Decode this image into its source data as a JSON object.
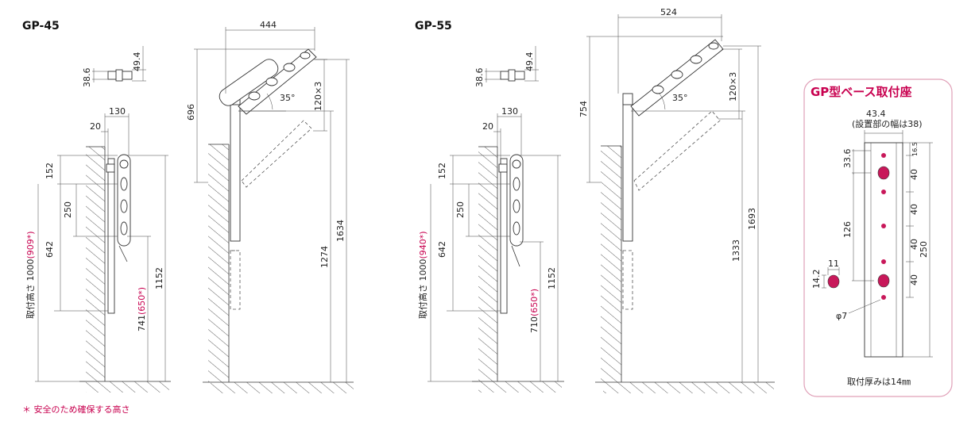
{
  "models": {
    "gp45": {
      "title": "GP-45",
      "bracket_width": "49.4",
      "bracket_depth": "38.6",
      "side_width": "130",
      "wall_offset": "20",
      "top_gap": "152",
      "hanger_span": "250",
      "mount_to_base": "642",
      "mount_height_label": "取付高さ 1000",
      "mount_height_safe": "(909*)",
      "floor_to_top": "1152",
      "lowest_height": "741",
      "lowest_height_safe": "(650*)",
      "arm_reach": "444",
      "arm_rise": "696",
      "arm_steps": "120×3",
      "arm_angle": "35°",
      "floor_to_arm_top": "1634",
      "floor_to_base": "1274"
    },
    "gp55": {
      "title": "GP-55",
      "bracket_width": "49.4",
      "bracket_depth": "38.6",
      "side_width": "130",
      "wall_offset": "20",
      "top_gap": "152",
      "hanger_span": "250",
      "mount_to_base": "642",
      "mount_height_label": "取付高さ 1000",
      "mount_height_safe": "(940*)",
      "floor_to_top": "1152",
      "lowest_height": "710",
      "lowest_height_safe": "(650*)",
      "arm_reach": "524",
      "arm_rise": "754",
      "arm_steps": "120×3",
      "arm_angle": "35°",
      "floor_to_arm_top": "1693",
      "floor_to_base": "1333"
    }
  },
  "base_box": {
    "title": "GP型ベース取付座",
    "width": "43.4",
    "width_note": "(設置部の幅は38)",
    "top_small": "16.5",
    "top_offset": "33.6",
    "pitch_1": "40",
    "pitch_2": "40",
    "pitch_3": "40",
    "pitch_4": "40",
    "hole_span": "126",
    "total_height": "250",
    "slot_w": "11",
    "slot_h": "14.2",
    "hole_dia": "φ7",
    "thickness_note": "取付厚みは14㎜"
  },
  "footnote": "＊ 安全のため確保する高さ",
  "colors": {
    "accent": "#c8004f",
    "hole_fill": "#c8185a",
    "box_border": "#e0a0b8"
  }
}
